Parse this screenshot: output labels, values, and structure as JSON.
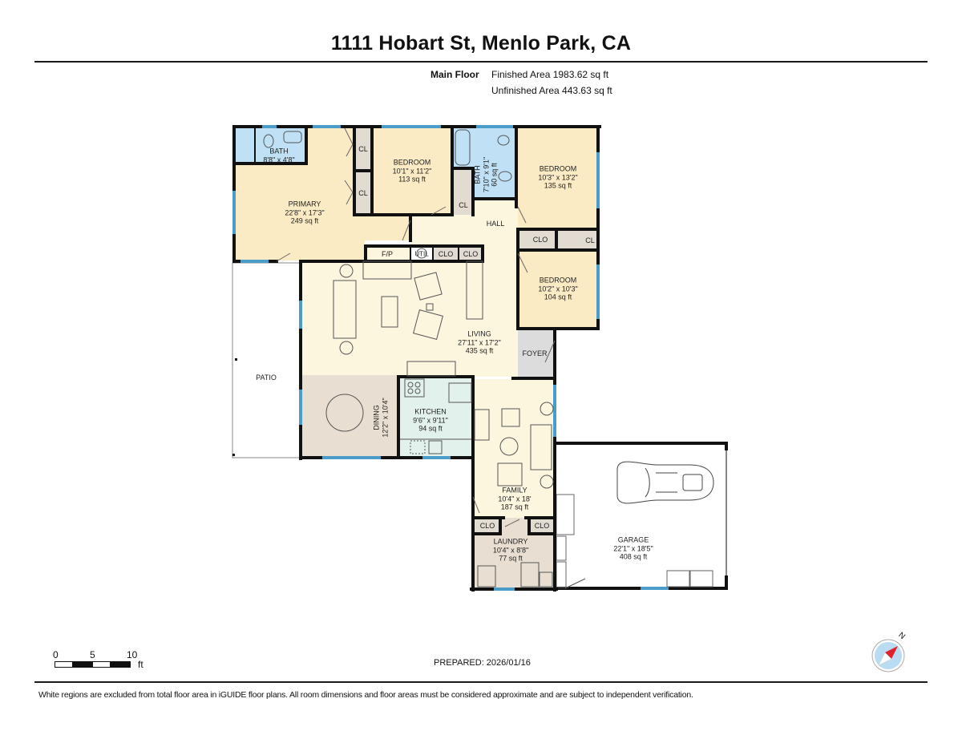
{
  "header": {
    "title": "1111 Hobart St, Menlo Park, CA",
    "floor_label": "Main Floor",
    "finished_area": "Finished Area 1983.62 sq ft",
    "unfinished_area": "Unfinished Area 443.63 sq ft"
  },
  "rooms": {
    "primary_bath": {
      "name": "BATH",
      "dims": "8'8\" x 4'8\""
    },
    "primary": {
      "name": "PRIMARY",
      "dims": "22'8\" x 17'3\"",
      "area": "249 sq ft"
    },
    "bedroom1": {
      "name": "BEDROOM",
      "dims": "10'1\" x 11'2\"",
      "area": "113 sq ft"
    },
    "bath2": {
      "name": "BATH",
      "dims": "7'10\" x 9'1\"",
      "area": "60 sq ft"
    },
    "bedroom2": {
      "name": "BEDROOM",
      "dims": "10'3\" x 13'2\"",
      "area": "135 sq ft"
    },
    "bedroom3": {
      "name": "BEDROOM",
      "dims": "10'2\" x 10'3\"",
      "area": "104 sq ft"
    },
    "hall": {
      "name": "HALL"
    },
    "living": {
      "name": "LIVING",
      "dims": "27'11\" x 17'2\"",
      "area": "435 sq ft"
    },
    "foyer": {
      "name": "FOYER"
    },
    "patio": {
      "name": "PATIO"
    },
    "dining": {
      "name": "DINING",
      "dims": "12'2\" x 10'4\""
    },
    "kitchen": {
      "name": "KITCHEN",
      "dims": "9'6\" x 9'11\"",
      "area": "94 sq ft"
    },
    "family": {
      "name": "FAMILY",
      "dims": "10'4\" x 18'",
      "area": "187 sq ft"
    },
    "laundry": {
      "name": "LAUNDRY",
      "dims": "10'4\" x 8'8\"",
      "area": "77 sq ft"
    },
    "garage": {
      "name": "GARAGE",
      "dims": "22'1\" x 18'5\"",
      "area": "408 sq ft"
    }
  },
  "closets": {
    "cl": "CL",
    "clo": "CLO",
    "fp": "F/P",
    "util": "UTIL"
  },
  "colors": {
    "bedroom_fill": "#fbebc4",
    "living_fill": "#fcf6df",
    "bath_fill": "#bfe0f5",
    "kitchen_fill": "#e3f1ec",
    "dining_fill": "#e8dfd2",
    "closet_fill": "#e2dbd1",
    "foyer_fill": "#dcdcdc",
    "window_blue": "#4a9cc9",
    "wall": "#111111"
  },
  "scale_bar": {
    "labels": [
      "0",
      "5",
      "10"
    ],
    "unit": "ft"
  },
  "footer": {
    "prepared": "PREPARED: 2026/01/16",
    "compass_label": "N",
    "disclaimer": "White regions are excluded from total floor area in iGUIDE floor plans. All room dimensions and floor areas must be considered approximate and are subject to independent verification."
  }
}
